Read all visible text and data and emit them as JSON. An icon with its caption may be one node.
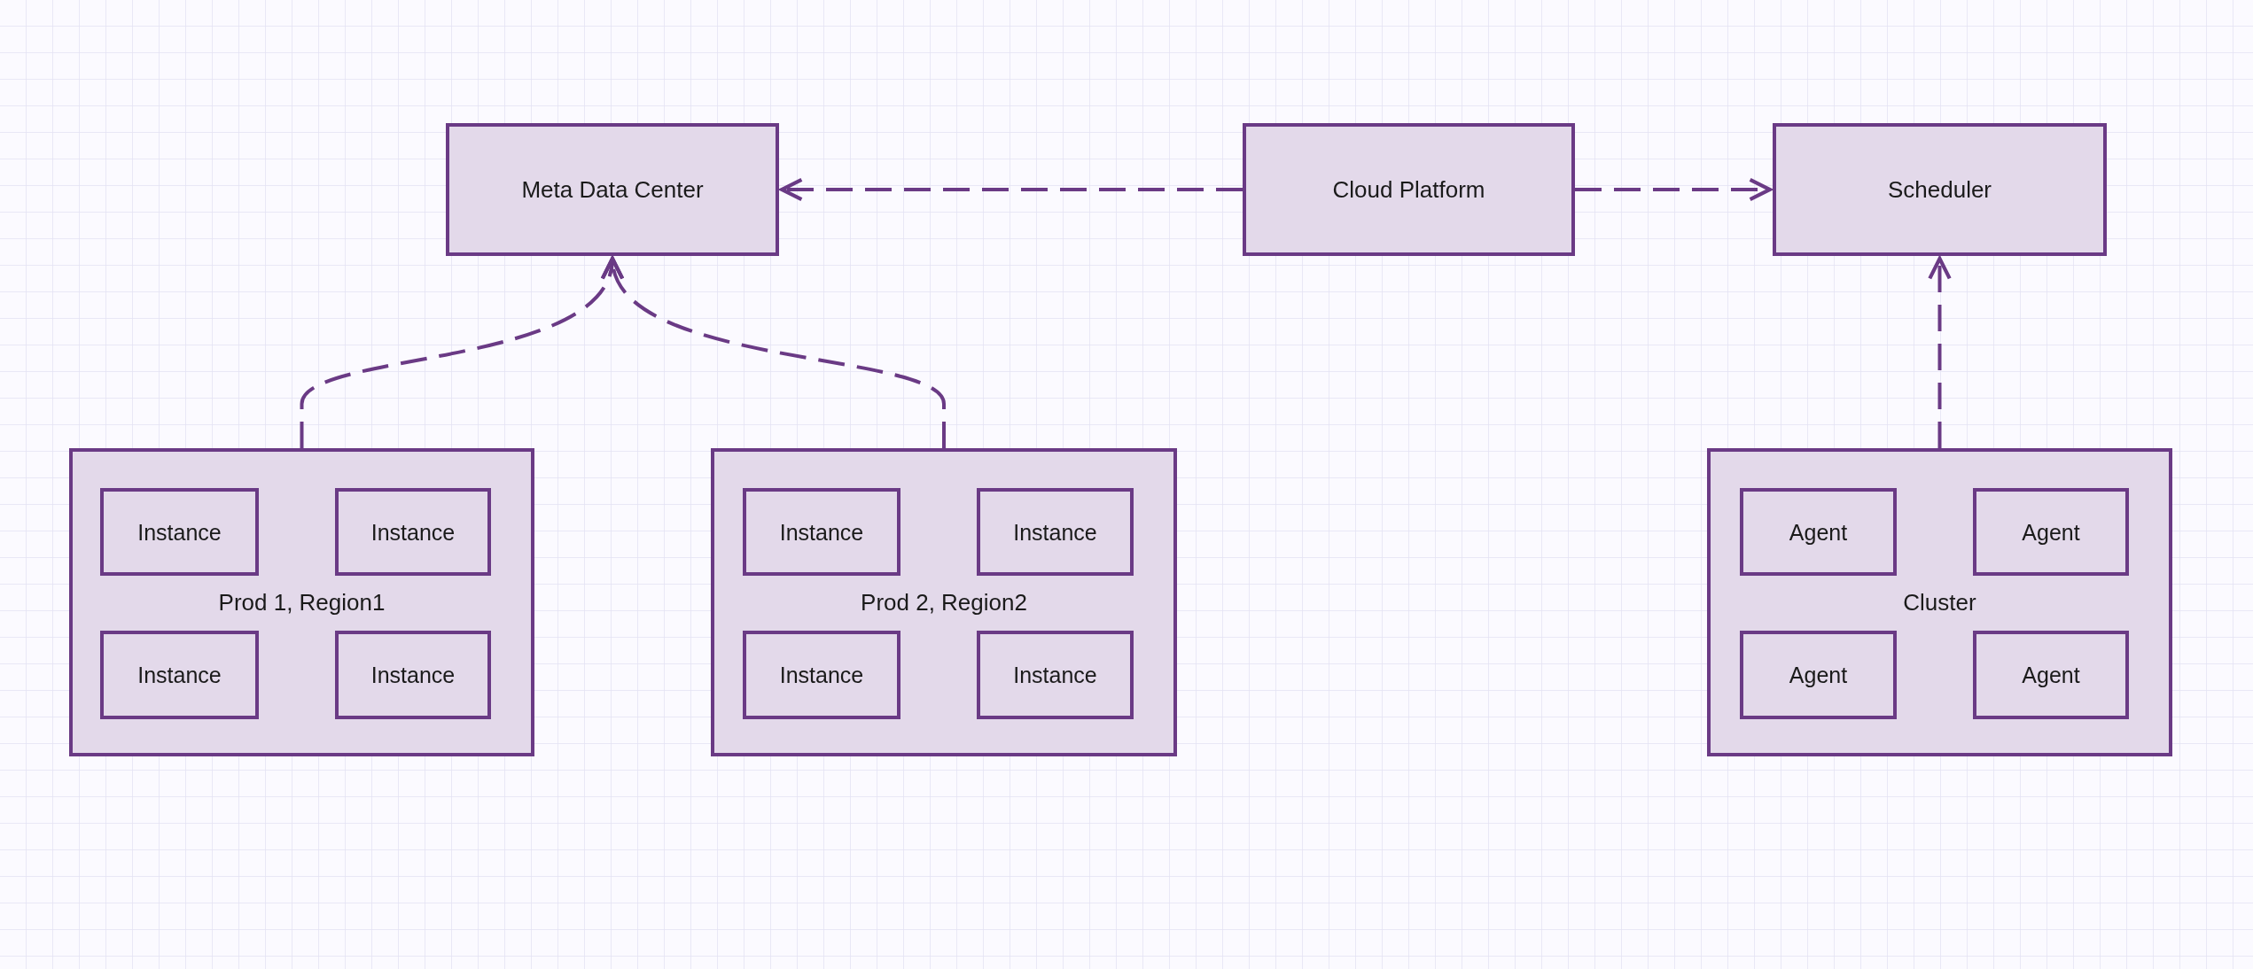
{
  "diagram": {
    "nodes": [
      {
        "text": [
          "Meta Data Center"
        ]
      },
      {
        "text": [
          "Cloud Platform"
        ]
      },
      {
        "text": [
          "Scheduler"
        ]
      },
      {
        "text": [
          "Prod 1, Region1"
        ]
      },
      {
        "text": [
          "Instance"
        ],
        "in": 3
      },
      {
        "text": [
          "Instance"
        ],
        "in": 3
      },
      {
        "text": [
          "Instance"
        ],
        "in": 3
      },
      {
        "text": [
          "Instance"
        ],
        "in": 3
      },
      {
        "text": [
          "Prod 2, Region2"
        ]
      },
      {
        "text": [
          "Instance"
        ],
        "in": 8
      },
      {
        "text": [
          "Instance"
        ],
        "in": 8
      },
      {
        "text": [
          "Instance"
        ],
        "in": 8
      },
      {
        "text": [
          "Instance"
        ],
        "in": 8
      },
      {
        "text": [
          "Cluster"
        ]
      },
      {
        "text": [
          "Agent"
        ],
        "in": 13
      },
      {
        "text": [
          "Agent"
        ],
        "in": 13
      },
      {
        "text": [
          "Agent"
        ],
        "in": 13
      },
      {
        "text": [
          "Agent"
        ],
        "in": 13
      }
    ],
    "edges": [
      {
        "from": 1,
        "to": 0,
        "arrow": "to",
        "style": "dashed"
      },
      {
        "from": 1,
        "to": 2,
        "arrow": "to",
        "style": "dashed"
      },
      {
        "from": 3,
        "to": 0,
        "arrow": "to",
        "style": "dashed"
      },
      {
        "from": 8,
        "to": 0,
        "arrow": "to",
        "style": "dashed"
      },
      {
        "from": 13,
        "to": 2,
        "arrow": "to",
        "style": "dashed"
      }
    ]
  }
}
